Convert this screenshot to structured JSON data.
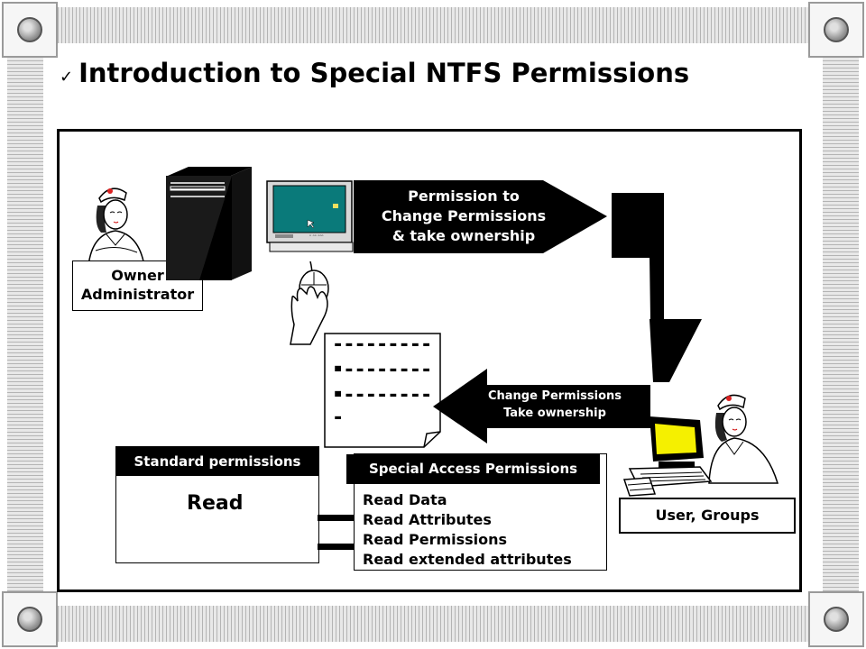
{
  "slide": {
    "check_mark": "✓",
    "title": "Introduction to Special NTFS Permissions"
  },
  "owner": {
    "label_line1": "Owner",
    "label_line2": "Administrator"
  },
  "arrow_top": {
    "line1": "Permission to",
    "line2": "Change Permissions",
    "line3": "& take ownership"
  },
  "arrow_back": {
    "line1": "Change Permissions",
    "line2": "Take ownership"
  },
  "note": {
    "lines": [
      "----------",
      "----------",
      "----------"
    ]
  },
  "user_box": {
    "label": "User, Groups"
  },
  "standard": {
    "header": "Standard permissions",
    "body": "Read"
  },
  "special": {
    "header": "Special Access Permissions",
    "items": [
      "Read Data",
      "Read Attributes",
      "Read Permissions",
      "Read extended attributes"
    ]
  },
  "colors": {
    "screen": "#0a7a7a",
    "user_monitor": "#f5f000",
    "frame": "#e4e4e4"
  },
  "icons": [
    "owner-figure-icon",
    "server-tower-icon",
    "desktop-monitor-icon",
    "mouse-hand-icon",
    "user-figure-icon",
    "user-computer-icon"
  ]
}
